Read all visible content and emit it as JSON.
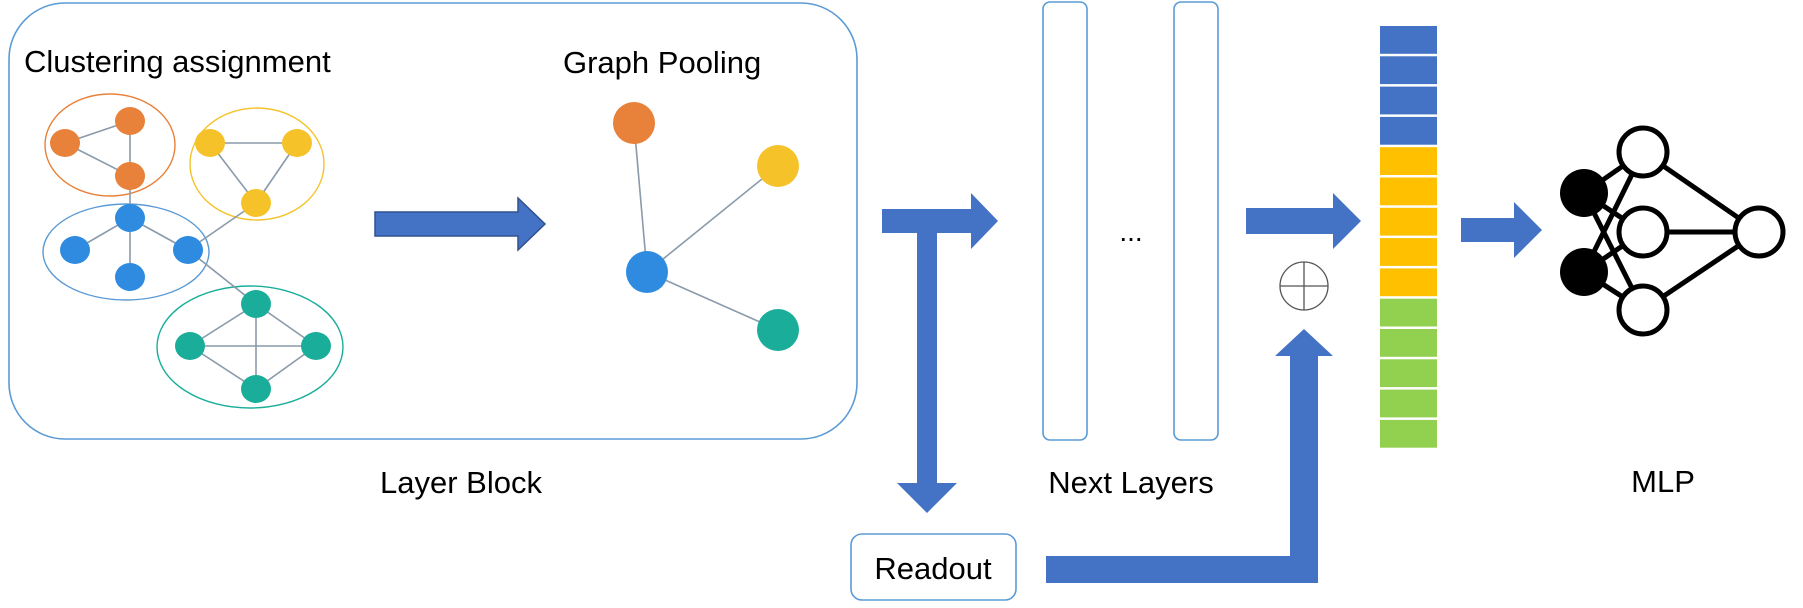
{
  "labels": {
    "clustering": "Clustering assignment",
    "pooling": "Graph Pooling",
    "layer_block": "Layer Block",
    "next_layers": "Next Layers",
    "ellipsis": "...",
    "readout": "Readout",
    "mlp": "MLP"
  },
  "colors": {
    "blue_accent": "#4472C4",
    "frame_blue": "#5B9BD5",
    "orange": "#E8813A",
    "yellow": "#F6C22A",
    "node_blue": "#2E8BE0",
    "teal": "#1AAE9A",
    "vec_yellow": "#FFC000",
    "vec_green": "#92D050",
    "black": "#000000"
  },
  "feature_vector": {
    "segments": [
      {
        "color": "blue",
        "count": 4
      },
      {
        "color": "yellow",
        "count": 5
      },
      {
        "color": "green",
        "count": 5
      }
    ]
  },
  "icons": {
    "flow_arrow": "arrow-right",
    "concat_symbol": "circle-plus-icon",
    "mlp_network": "neural-network-icon"
  }
}
